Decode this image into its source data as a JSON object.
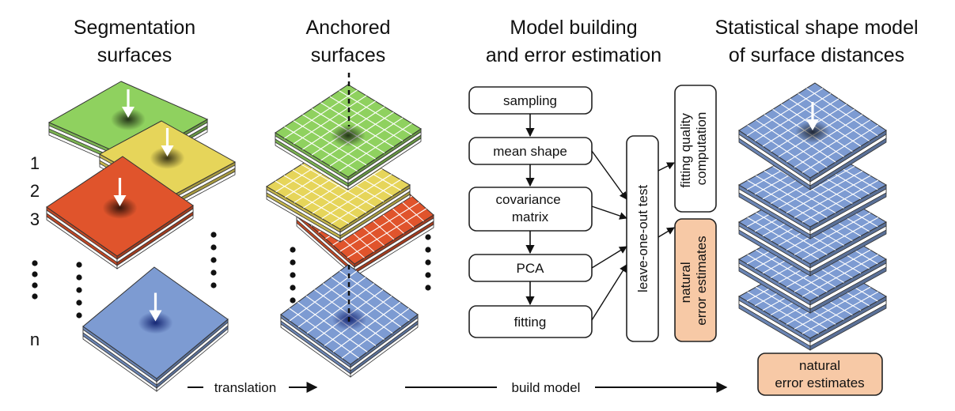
{
  "headers": {
    "segmentation": [
      "Segmentation",
      "surfaces"
    ],
    "anchored": [
      "Anchored",
      "surfaces"
    ],
    "model": [
      "Model building",
      "and error estimation"
    ],
    "ssm": [
      "Statistical shape model",
      "of surface distances"
    ]
  },
  "surface_numbers": [
    "1",
    "2",
    "3",
    "n"
  ],
  "flow_steps": [
    "sampling",
    "mean shape",
    "covariance matrix",
    "PCA",
    "fitting"
  ],
  "leave_one_out": "leave-one-out test",
  "fitting_quality": [
    "fitting quality",
    "computation"
  ],
  "natural_error_vertical": [
    "natural",
    "error estimates"
  ],
  "natural_error_bottom": [
    "natural",
    "error estimates"
  ],
  "arrows": {
    "translation": "translation",
    "build_model": "build model"
  },
  "colors": {
    "green": "#8fd15f",
    "yellow": "#e6d55a",
    "red": "#e0542c",
    "blue": "#7d9bd2",
    "error_box": "#f7c9a6"
  }
}
